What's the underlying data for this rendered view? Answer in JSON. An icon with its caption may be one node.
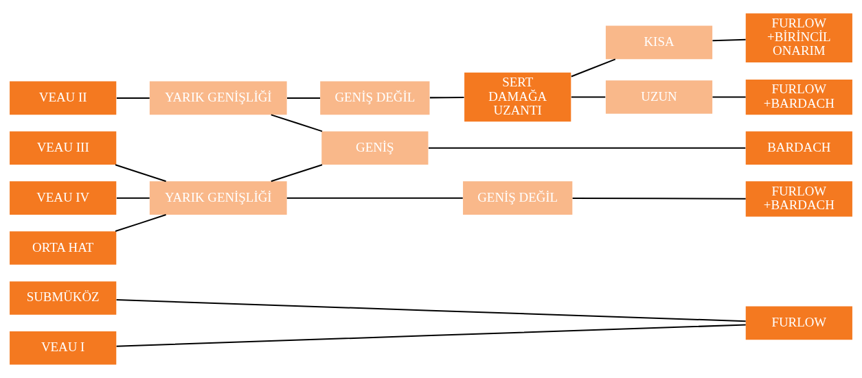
{
  "diagram": {
    "nodes": [
      {
        "text": [
          "SUBMÜKÖZ"
        ]
      },
      {
        "text": [
          "VEAU I"
        ]
      },
      {
        "text": [
          "FURLOW"
        ]
      },
      {
        "text": [
          "VEAU II"
        ]
      },
      {
        "text": [
          "YARIK GENİŞLİĞİ"
        ]
      },
      {
        "text": [
          "GENİŞ DEĞİL"
        ]
      },
      {
        "text": [
          "SERT DAMAĞA UZANTI"
        ]
      },
      {
        "text": [
          "KISA"
        ]
      },
      {
        "text": [
          "UZUN"
        ]
      },
      {
        "text": [
          "FURLOW +BİRİNCİL ONARIM"
        ]
      },
      {
        "text": [
          "FURLOW +BARDACH"
        ]
      },
      {
        "text": [
          "VEAU III"
        ]
      },
      {
        "text": [
          "VEAU IV"
        ]
      },
      {
        "text": [
          "ORTA HAT"
        ]
      },
      {
        "text": [
          "YARIK GENİŞLİĞİ"
        ]
      },
      {
        "text": [
          "GENİŞ"
        ]
      },
      {
        "text": [
          "BARDACH"
        ]
      },
      {
        "text": [
          "GENİŞ DEĞİL"
        ]
      },
      {
        "text": [
          "FURLOW +BARDACH"
        ]
      }
    ],
    "edges": [
      {
        "from": 0,
        "to": 2,
        "arrow": "none"
      },
      {
        "from": 1,
        "to": 2,
        "arrow": "none"
      },
      {
        "from": 3,
        "to": 4,
        "arrow": "none"
      },
      {
        "from": 4,
        "to": 5,
        "arrow": "none"
      },
      {
        "from": 4,
        "to": 15,
        "arrow": "none"
      },
      {
        "from": 5,
        "to": 6,
        "arrow": "none"
      },
      {
        "from": 6,
        "to": 7,
        "arrow": "none"
      },
      {
        "from": 6,
        "to": 8,
        "arrow": "none"
      },
      {
        "from": 7,
        "to": 9,
        "arrow": "none"
      },
      {
        "from": 8,
        "to": 10,
        "arrow": "none"
      },
      {
        "from": 11,
        "to": 14,
        "arrow": "none"
      },
      {
        "from": 12,
        "to": 14,
        "arrow": "none"
      },
      {
        "from": 13,
        "to": 14,
        "arrow": "none"
      },
      {
        "from": 14,
        "to": 15,
        "arrow": "none"
      },
      {
        "from": 14,
        "to": 17,
        "arrow": "none"
      },
      {
        "from": 15,
        "to": 16,
        "arrow": "none"
      },
      {
        "from": 17,
        "to": 18,
        "arrow": "none"
      }
    ]
  }
}
